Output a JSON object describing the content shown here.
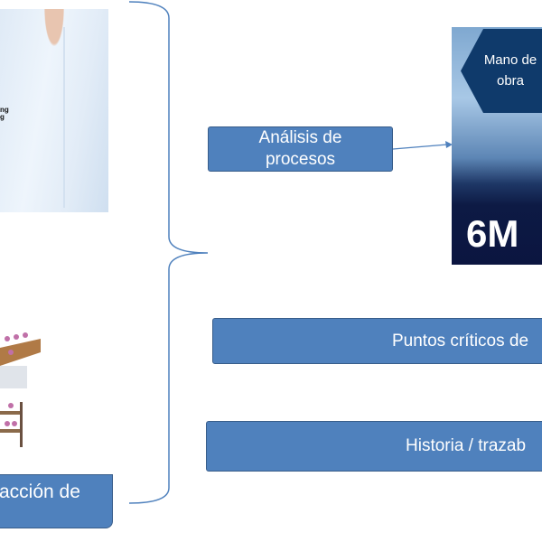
{
  "photo": {
    "logo_text": [
      "ng",
      "g"
    ]
  },
  "boxes": {
    "analisis": "Análisis de procesos",
    "puntos": "Puntos críticos de",
    "historia": "Historia / trazab",
    "accion": "acción de"
  },
  "six_m": {
    "hexagon_label": "Mano de obra",
    "title": "6M"
  },
  "colors": {
    "box_fill": "#4f81bd",
    "box_border": "#385d8a",
    "connector": "#4f81bd",
    "hexagon": "#0f3a6b"
  }
}
